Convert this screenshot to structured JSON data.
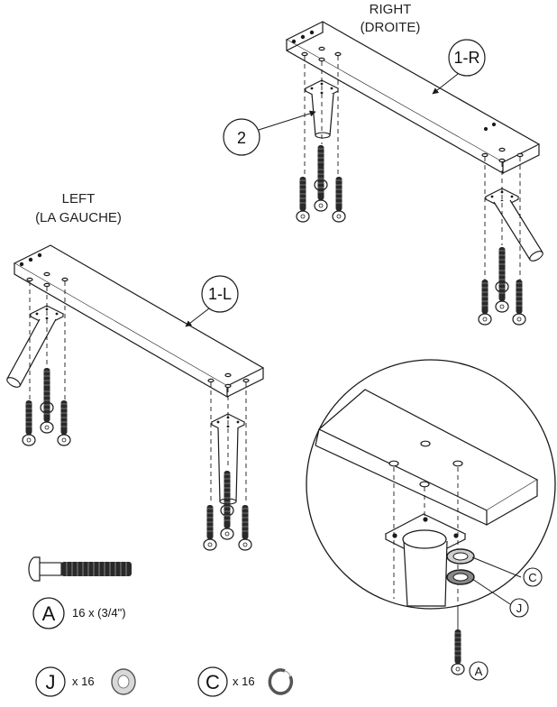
{
  "labels": {
    "right": "RIGHT",
    "right_fr": "(DROITE)",
    "left": "LEFT",
    "left_fr": "(LA GAUCHE)"
  },
  "callouts": {
    "rail_right": "1-R",
    "rail_left": "1-L",
    "leg": "2"
  },
  "parts": {
    "bolt": {
      "letter": "A",
      "qty": "16 x (3/4\")"
    },
    "washer": {
      "letter": "J",
      "qty": "x 16"
    },
    "lock_washer": {
      "letter": "C",
      "qty": "x 16"
    }
  },
  "detail": {
    "lock_washer_letter": "C",
    "washer_letter": "J",
    "bolt_letter": "A"
  },
  "colors": {
    "line": "#1a1a1a",
    "fill": "#ffffff",
    "grey": "#cfcfcf",
    "dark": "#2a2a2a"
  }
}
